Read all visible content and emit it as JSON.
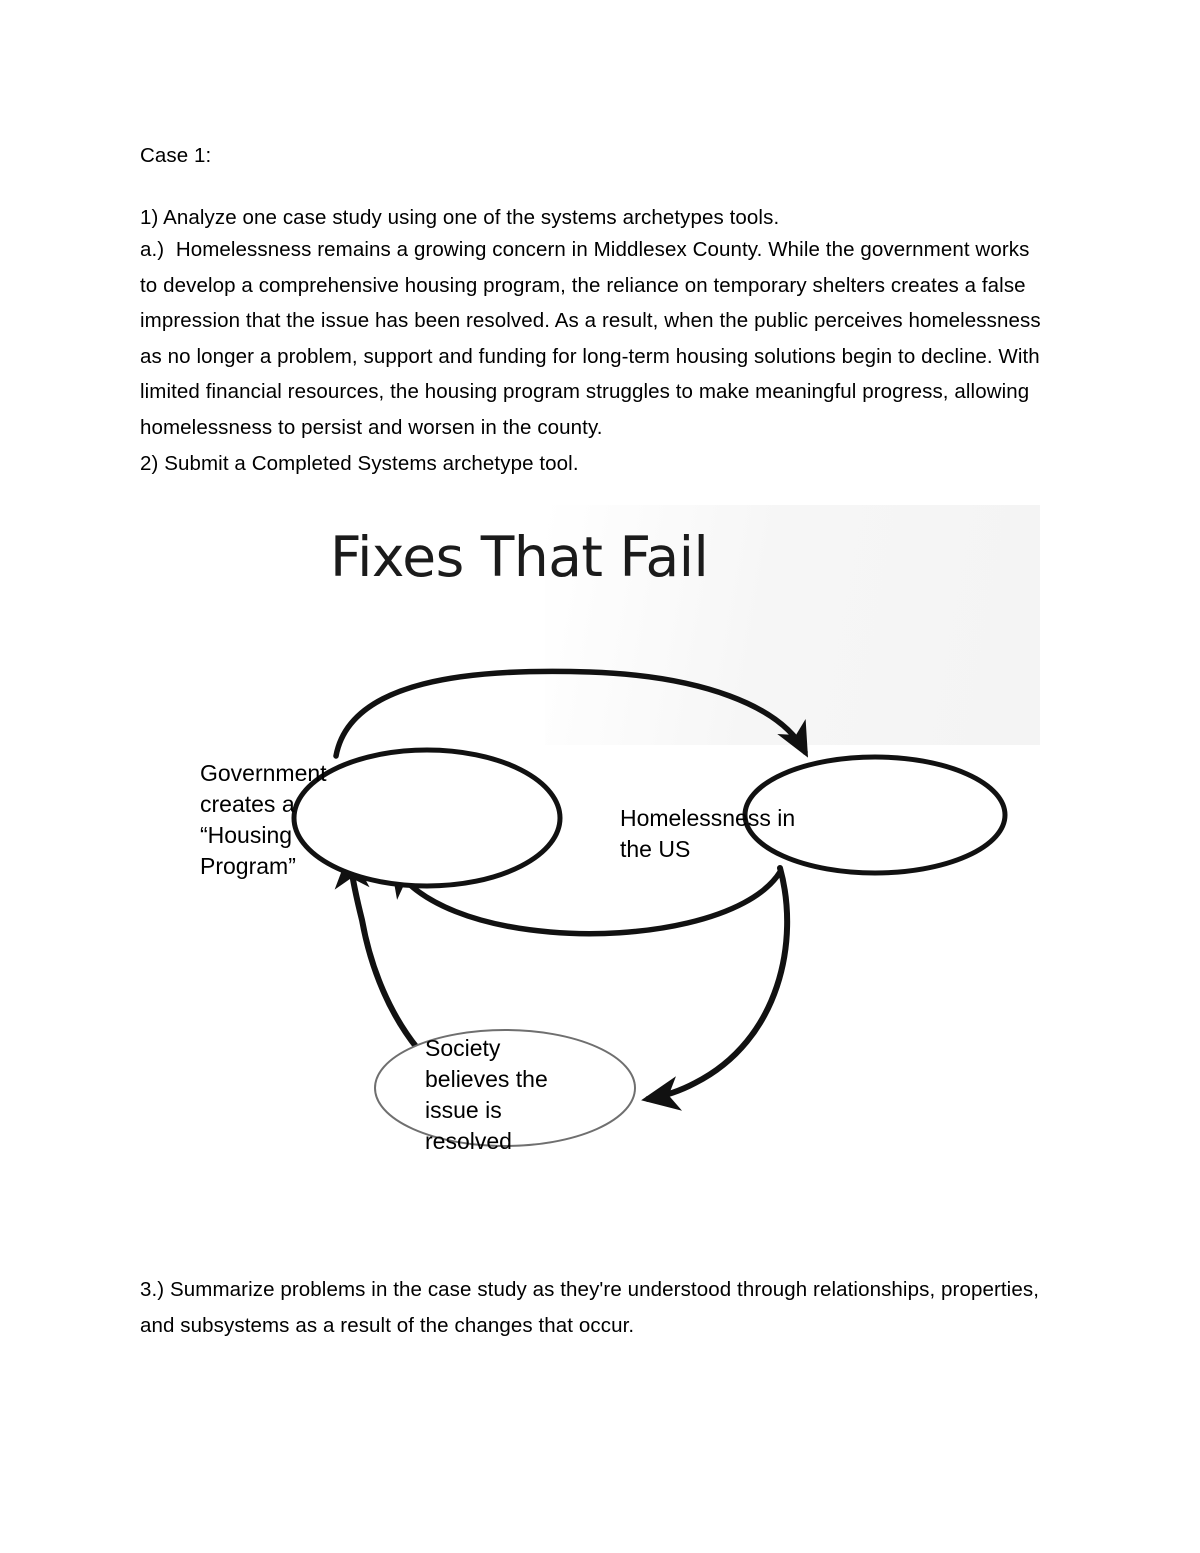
{
  "document": {
    "case_heading": "Case 1:",
    "instruction_1": "1) Analyze one case study using one of the systems archetypes tools.",
    "case_body": "a.)  Homelessness remains a growing concern in Middlesex County. While the government works to develop a comprehensive housing program, the reliance on temporary shelters creates a false impression that the issue has been resolved. As a result, when the public perceives homelessness as no longer a problem, support and funding for long-term housing solutions begin to decline. With limited financial resources, the housing program struggles to make meaningful progress, allowing homelessness to persist and worsen in the county.",
    "instruction_2": "2) Submit a Completed Systems archetype tool.",
    "instruction_3": "3.) Summarize problems in the case study as they're understood through relationships, properties, and subsystems as a result of the changes that occur."
  },
  "figure": {
    "title": "Fixes That Fail",
    "archetype": "Fixes That Fail",
    "nodes": [
      {
        "id": "government",
        "label": "Government\ncreates a\n“Housing\nProgram”",
        "position": "left"
      },
      {
        "id": "homelessness",
        "label": "Homelessness in\nthe US",
        "position": "right"
      },
      {
        "id": "society",
        "label": "Society\nbelieves the\nissue is\nresolved",
        "position": "bottom"
      }
    ],
    "arrows": [
      {
        "id": "gov-to-homelessness",
        "from": "government",
        "to": "homelessness",
        "shape": "top-arc"
      },
      {
        "id": "homelessness-to-gov",
        "from": "homelessness",
        "to": "government",
        "shape": "middle-arc"
      },
      {
        "id": "homelessness-to-society",
        "from": "homelessness",
        "to": "society",
        "shape": "right-arc"
      },
      {
        "id": "society-to-gov",
        "from": "society",
        "to": "government",
        "shape": "left-arc"
      }
    ],
    "stroke_color": "#111111",
    "text_color": "#000000"
  }
}
